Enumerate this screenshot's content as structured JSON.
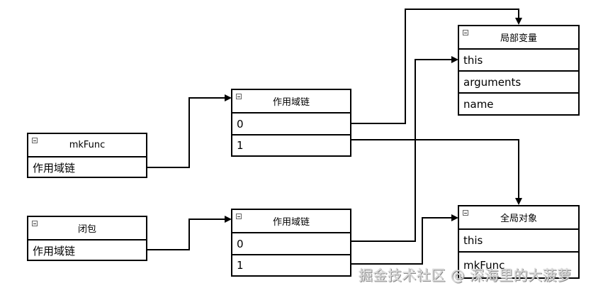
{
  "nodes": {
    "mkfunc": {
      "title": "mkFunc",
      "rows": [
        "作用域链"
      ]
    },
    "closure": {
      "title": "闭包",
      "rows": [
        "作用域链"
      ]
    },
    "scope_chain_top": {
      "title": "作用域链",
      "rows": [
        "0",
        "1"
      ]
    },
    "scope_chain_bottom": {
      "title": "作用域链",
      "rows": [
        "0",
        "1"
      ]
    },
    "local_vars": {
      "title": "局部变量",
      "rows": [
        "this",
        "arguments",
        "name"
      ]
    },
    "global_obj": {
      "title": "全局对象",
      "rows": [
        "this",
        "mkFunc"
      ]
    }
  },
  "watermark": "掘金技术社区 @ 深海里的大菠萝"
}
